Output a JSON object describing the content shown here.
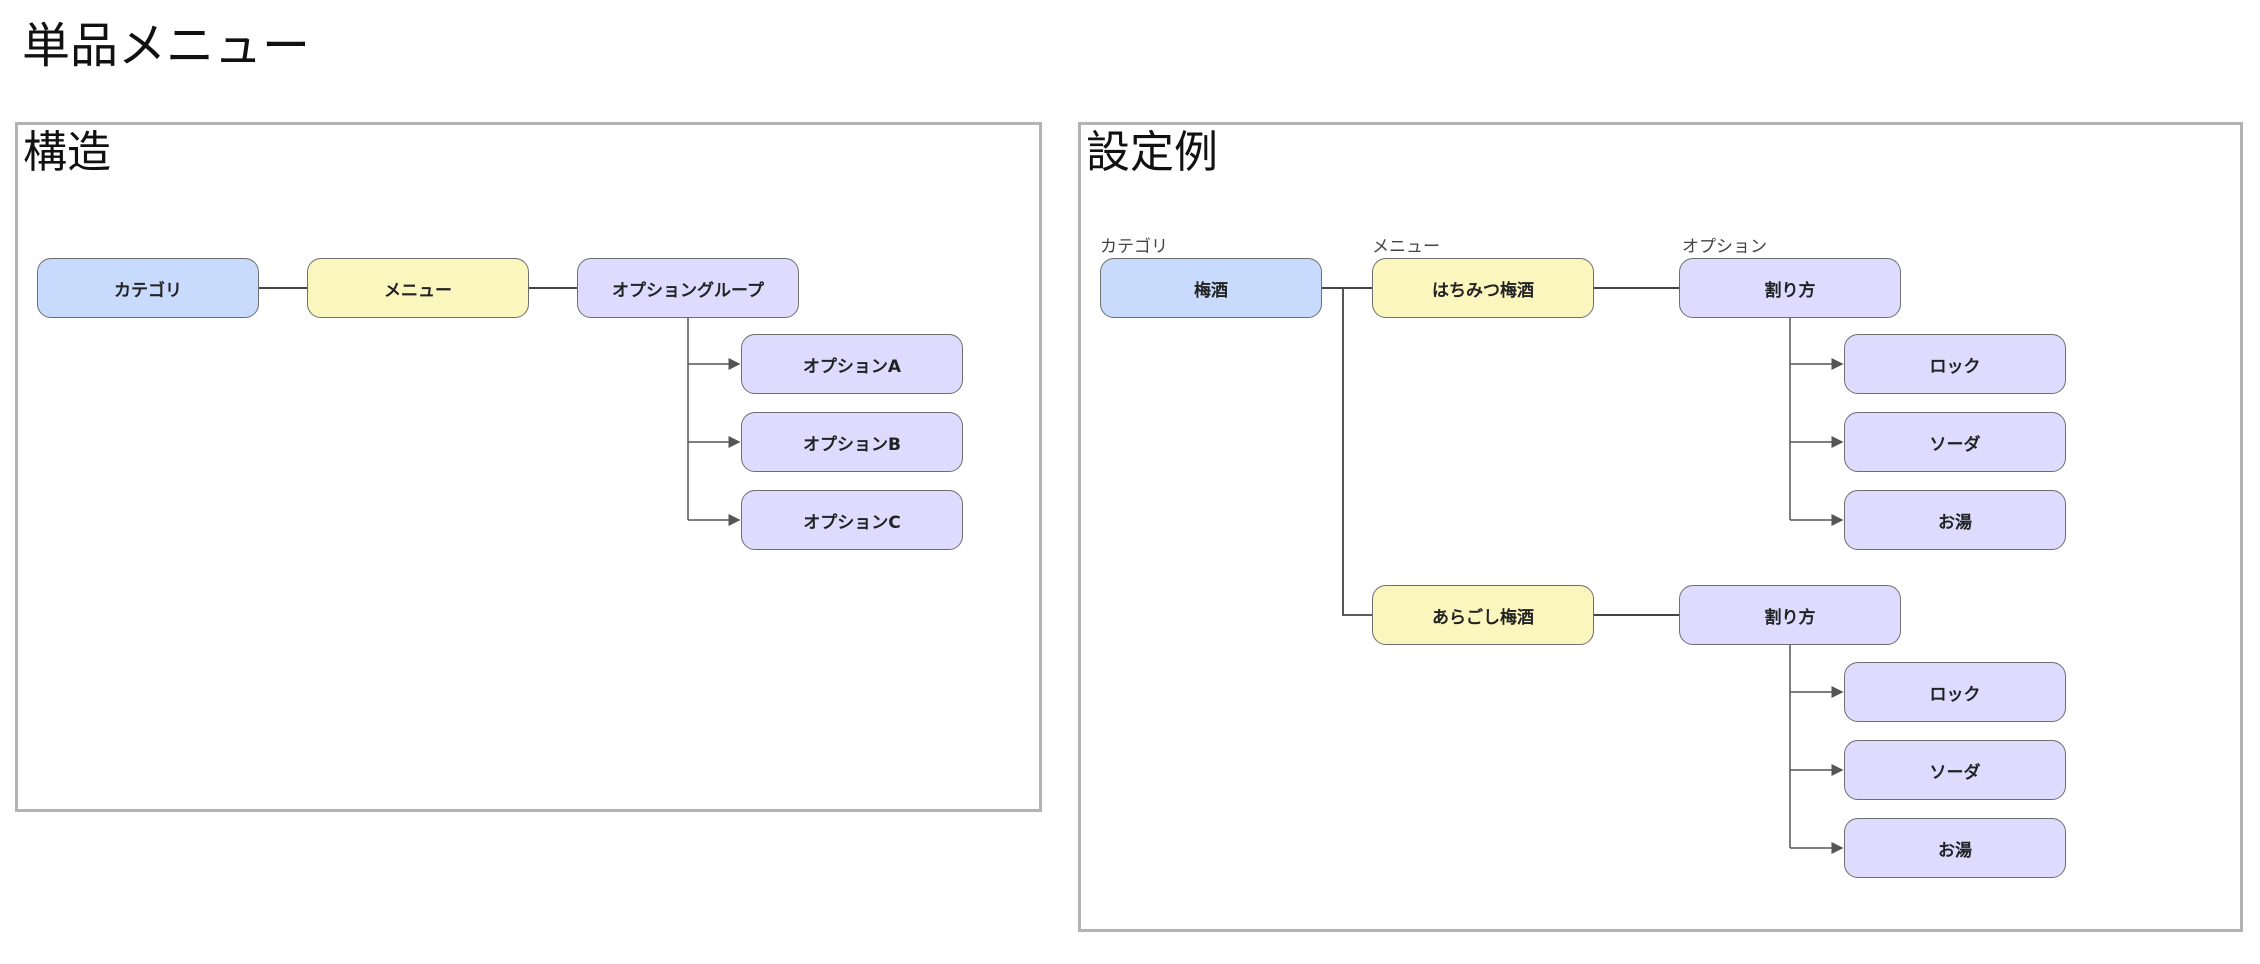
{
  "page_title": "単品メニュー",
  "structure": {
    "title": "構造",
    "category": "カテゴリ",
    "menu": "メニュー",
    "option_group": "オプショングループ",
    "options": [
      "オプションA",
      "オプションB",
      "オプションC"
    ]
  },
  "example": {
    "title": "設定例",
    "labels": {
      "category": "カテゴリ",
      "menu": "メニュー",
      "option": "オプション"
    },
    "category": "梅酒",
    "menus": [
      {
        "name": "はちみつ梅酒",
        "group": "割り方",
        "options": [
          "ロック",
          "ソーダ",
          "お湯"
        ]
      },
      {
        "name": "あらごし梅酒",
        "group": "割り方",
        "options": [
          "ロック",
          "ソーダ",
          "お湯"
        ]
      }
    ]
  },
  "colors": {
    "category": "#c9dbfd",
    "menu": "#fbf6be",
    "option": "#dedbfe",
    "border": "#6e6e6e",
    "panel_border": "#b3b3b3"
  }
}
